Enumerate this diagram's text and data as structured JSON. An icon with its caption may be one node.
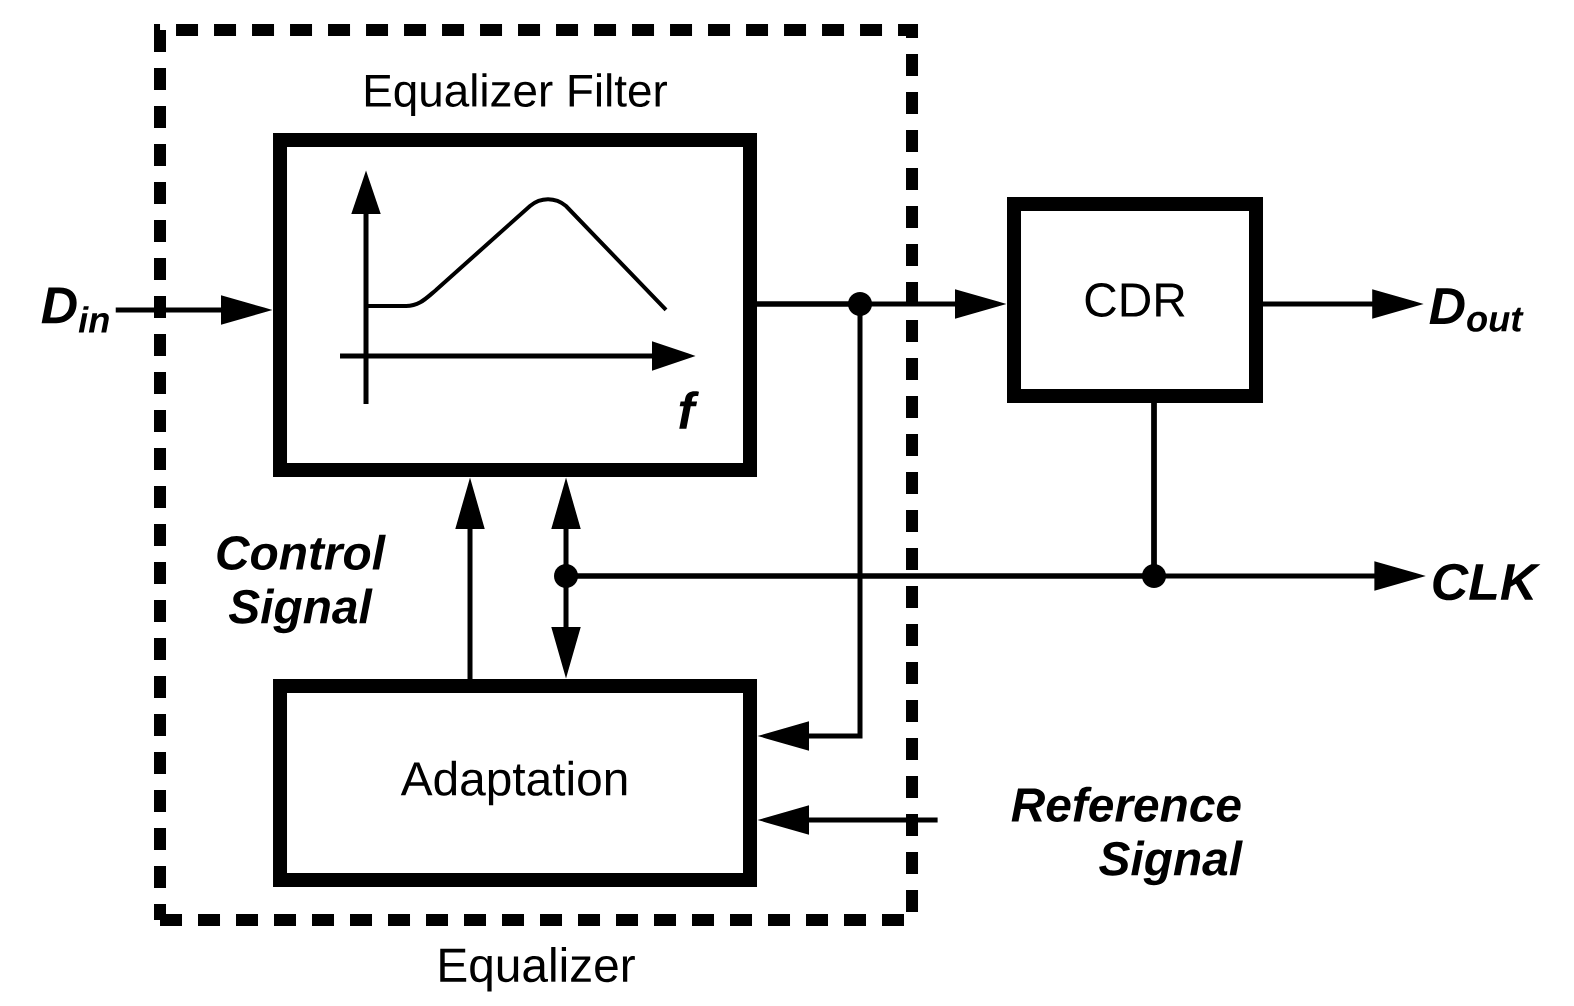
{
  "diagram": {
    "nodes": [
      {
        "text": [
          "Equalizer"
        ]
      },
      {
        "text": [
          "Equalizer Filter"
        ],
        "in": 0
      },
      {
        "text": [
          "Adaptation"
        ],
        "in": 0
      },
      {
        "text": [
          "CDR"
        ]
      },
      {
        "text": [
          "D$_{in}$"
        ]
      },
      {
        "text": [
          "D$_{out}$"
        ]
      },
      {
        "text": [
          "CLK"
        ]
      },
      {
        "text": [
          "Reference Signal"
        ]
      }
    ],
    "edges": [
      {
        "from": 4,
        "to": 1,
        "arrow": "to"
      },
      {
        "from": 1,
        "to": 3,
        "arrow": "to"
      },
      {
        "from": 1,
        "to": 2,
        "arrow": "to"
      },
      {
        "from": 2,
        "to": 1,
        "arrow": "to"
      },
      {
        "from": 3,
        "to": 1,
        "arrow": "to"
      },
      {
        "from": 3,
        "to": 2,
        "arrow": "to"
      },
      {
        "from": 3,
        "to": 6,
        "arrow": "to"
      },
      {
        "from": 3,
        "to": 5,
        "arrow": "to"
      },
      {
        "from": 7,
        "to": 2,
        "arrow": "to"
      }
    ],
    "labels": [
      "f",
      "Control Signal"
    ]
  }
}
